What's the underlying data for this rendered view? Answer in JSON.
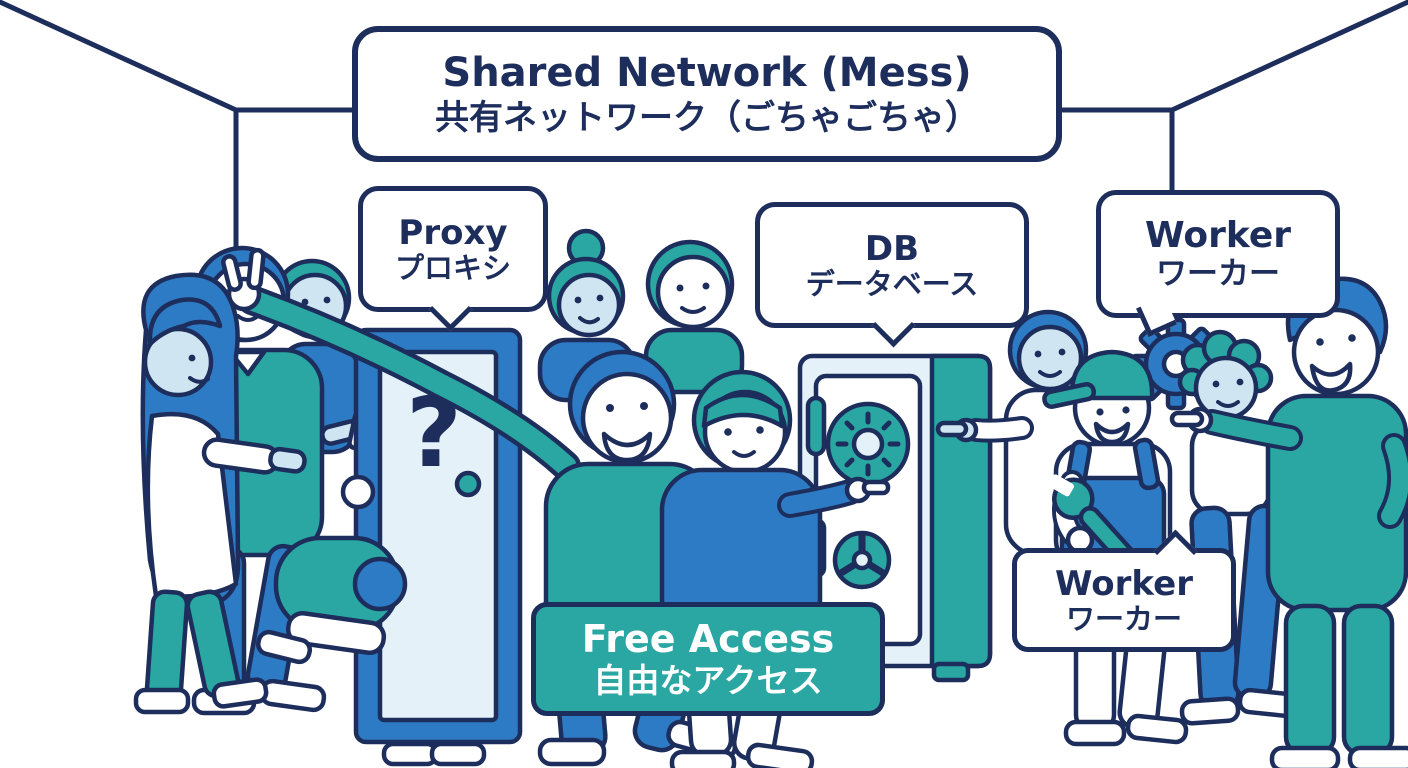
{
  "title": {
    "en": "Shared Network (Mess)",
    "ja": "共有ネットワーク（ごちゃごちゃ）"
  },
  "labels": {
    "proxy": {
      "en": "Proxy",
      "ja": "プロキシ"
    },
    "db": {
      "en": "DB",
      "ja": "データベース"
    },
    "worker_top": {
      "en": "Worker",
      "ja": "ワーカー"
    },
    "worker_bottom": {
      "en": "Worker",
      "ja": "ワーカー"
    },
    "free_access": {
      "en": "Free Access",
      "ja": "自由なアクセス"
    }
  },
  "icons": {
    "door_question_glyph": "?"
  },
  "colors": {
    "outline": "#1d2d5c",
    "blue": "#2e7bc5",
    "teal": "#2aa7a2",
    "skin": "#cfe6f2",
    "light": "#e4f1f9",
    "bg": "#ffffff",
    "free_access_bg": "#2aa7a2",
    "text": "#1d2d5c"
  }
}
